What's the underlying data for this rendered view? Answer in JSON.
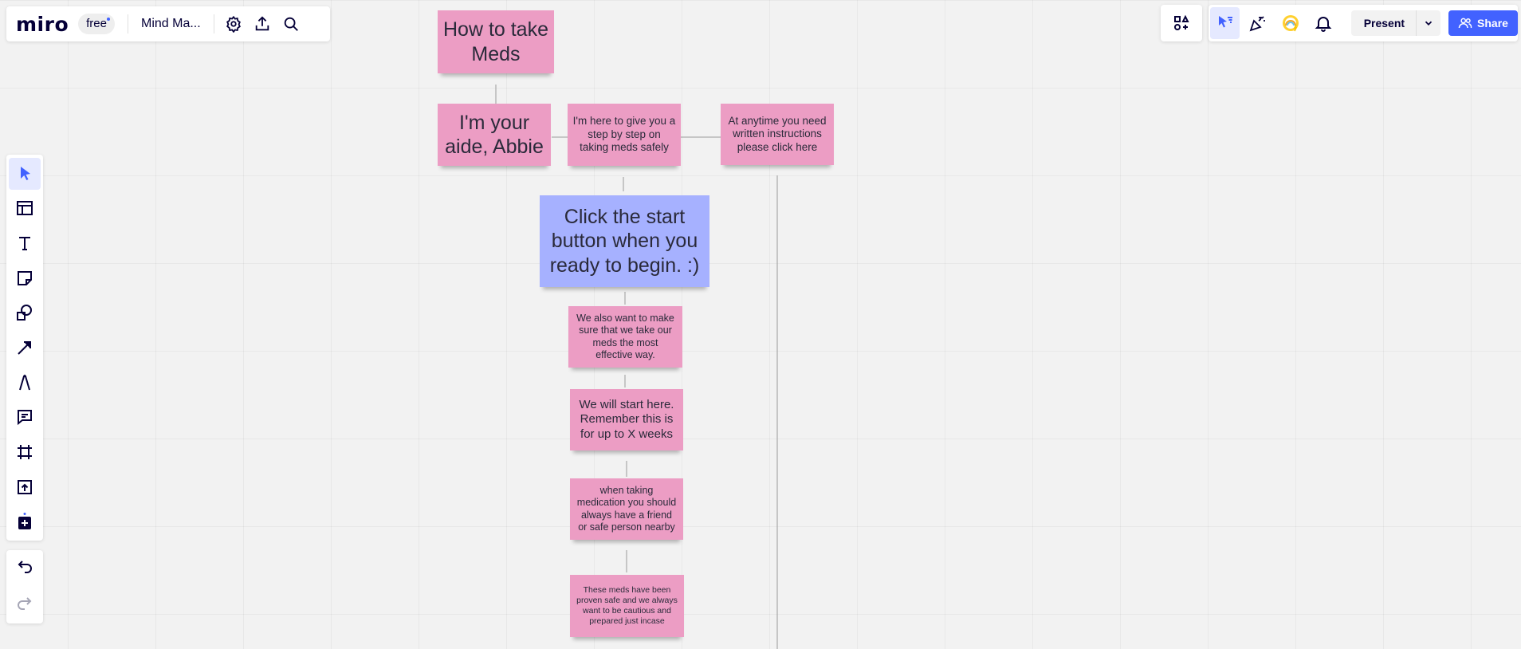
{
  "app": {
    "logo": "miro",
    "plan_badge": "free",
    "board_title": "Mind Ma..."
  },
  "topbar": {
    "present_label": "Present",
    "share_label": "Share"
  },
  "stickies": {
    "title": "How to take Meds",
    "aide": "I'm your aide, Abbie",
    "step_by_step": "I'm here to give you a step by step on taking meds safely",
    "written": "At anytime you need written instructions please click here",
    "start": "Click the start button when you ready to begin. :)",
    "effective": "We also want to make sure that we take our meds the most effective way.",
    "start_here": "We will start here. Remember this is for up to X weeks",
    "friend": "when taking medication you should always have a friend or safe person nearby",
    "proven": "These meds have been proven safe and we always want to be cautious and prepared just incase"
  },
  "colors": {
    "accent": "#4262ff",
    "sticky_pink": "#ec9dc4",
    "sticky_blue": "#a6b1ff",
    "active_tool_bg": "#e5e9ff"
  },
  "icons": {
    "topleft": [
      "settings-icon",
      "upload-icon",
      "search-icon"
    ],
    "topright": [
      "apps-icon",
      "cursor-filter-icon",
      "celebrate-icon",
      "profile-icon",
      "bell-icon",
      "chevron-down-icon",
      "users-icon"
    ],
    "left_toolbar": [
      "select-icon",
      "templates-icon",
      "text-icon",
      "sticky-note-icon",
      "shapes-icon",
      "arrow-icon",
      "pen-icon",
      "comment-icon",
      "frame-icon",
      "upload-icon",
      "more-apps-icon",
      "undo-icon",
      "redo-icon"
    ]
  }
}
